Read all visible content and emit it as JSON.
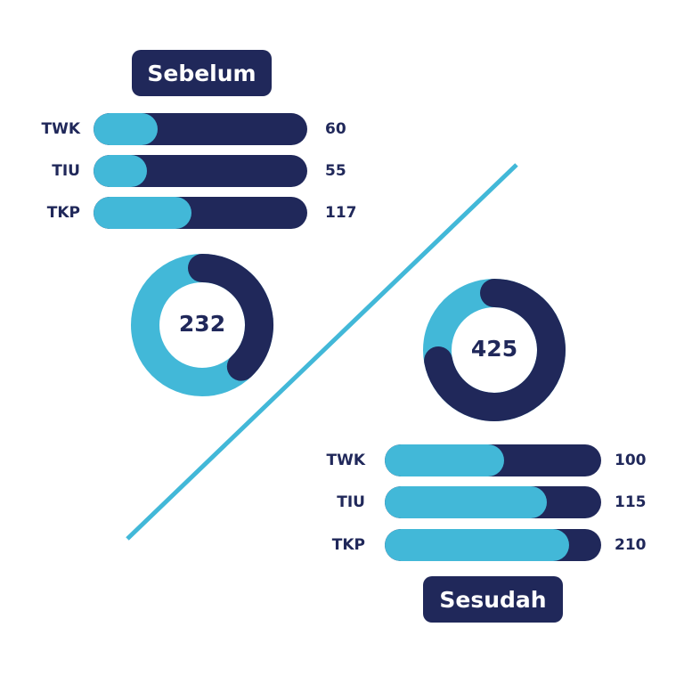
{
  "chart_data": [
    {
      "type": "bar",
      "title": "Sebelum",
      "categories": [
        "TWK",
        "TIU",
        "TKP"
      ],
      "values": [
        60,
        55,
        117
      ],
      "fill_fraction": [
        0.3,
        0.25,
        0.46
      ],
      "total": 232,
      "donut_fraction": 0.38
    },
    {
      "type": "bar",
      "title": "Sesudah",
      "categories": [
        "TWK",
        "TIU",
        "TKP"
      ],
      "values": [
        100,
        115,
        210
      ],
      "fill_fraction": [
        0.55,
        0.75,
        0.85
      ],
      "total": 425,
      "donut_fraction": 0.72
    }
  ],
  "colors": {
    "dark": "#20285a",
    "light": "#42b8d8"
  }
}
